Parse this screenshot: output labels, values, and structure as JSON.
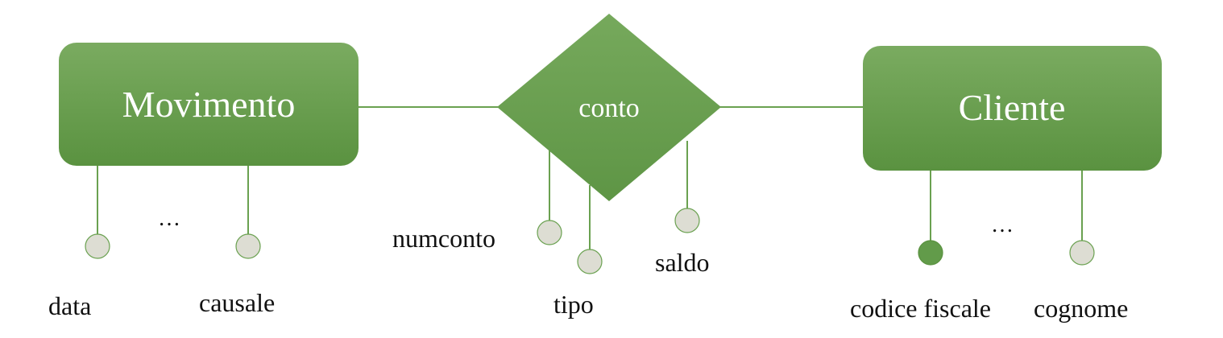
{
  "colors": {
    "entity_top": "#7aab60",
    "entity_bottom": "#5a9240",
    "line": "#6aa150",
    "attr_fill": "#ddddd3",
    "key_attr_fill": "#629b4a",
    "text": "#111111"
  },
  "entities": {
    "movimento": "Movimento",
    "cliente": "Cliente"
  },
  "relationship": {
    "conto": "conto"
  },
  "attributes": {
    "data": "data",
    "causale": "causale",
    "numconto": "numconto",
    "tipo": "tipo",
    "saldo": "saldo",
    "codice_fiscale": "codice fiscale",
    "cognome": "cognome"
  },
  "ellipsis_left": "…",
  "ellipsis_right": "…"
}
